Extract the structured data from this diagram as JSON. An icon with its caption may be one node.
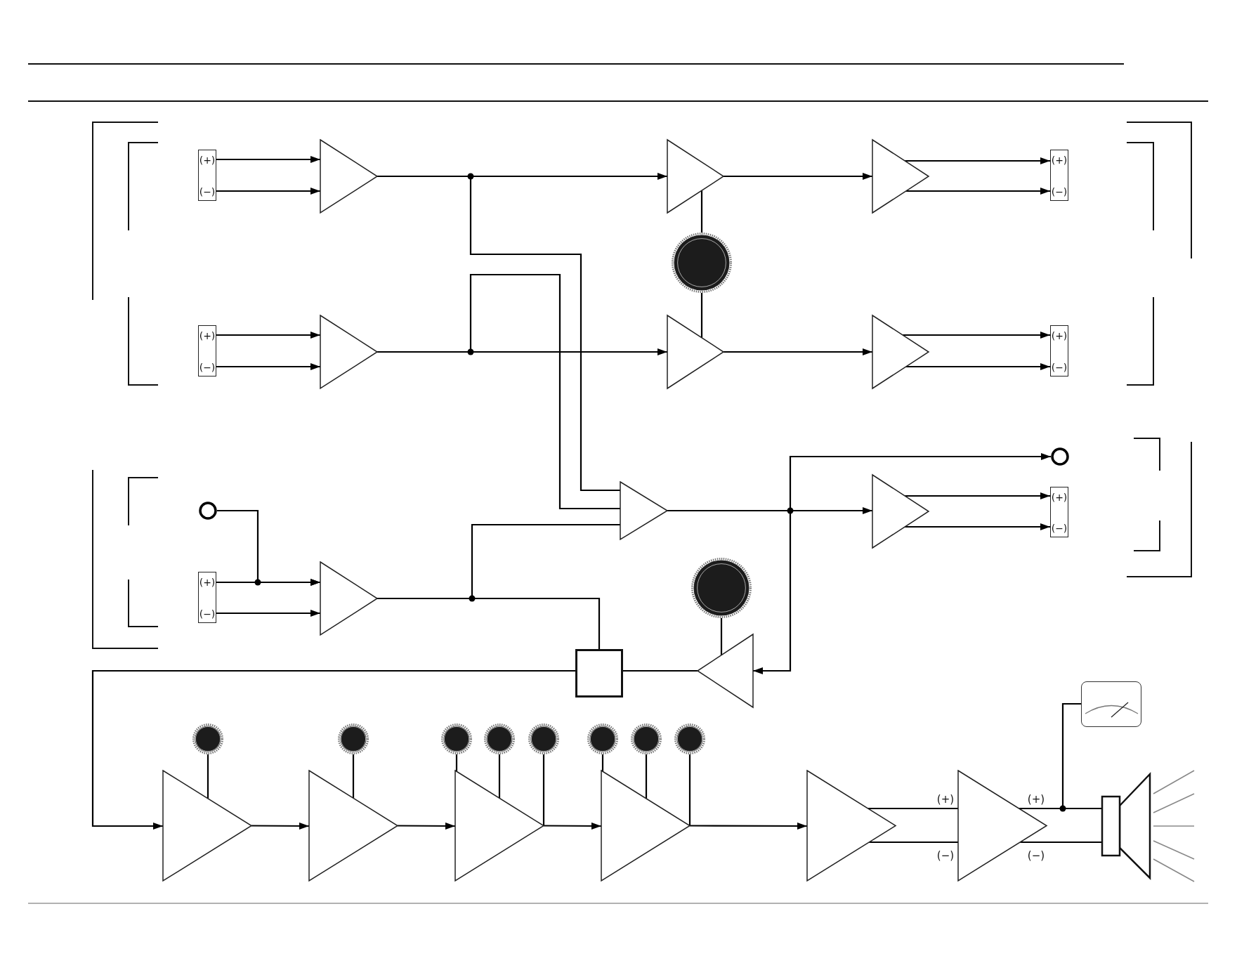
{
  "diagram": {
    "nodes": [
      {
        "text": [
          "(+)",
          "(−)"
        ]
      },
      {
        "text": [],
        "shape": "triangle"
      },
      {
        "text": [],
        "shape": "triangle"
      },
      {
        "text": [],
        "shape": "triangle"
      },
      {
        "text": [
          "(+)",
          "(−)"
        ]
      },
      {
        "text": [],
        "shape": "knob"
      },
      {
        "text": [
          "(+)",
          "(−)"
        ]
      },
      {
        "text": [],
        "shape": "triangle"
      },
      {
        "text": [],
        "shape": "triangle"
      },
      {
        "text": [],
        "shape": "triangle"
      },
      {
        "text": [
          "(+)",
          "(−)"
        ]
      },
      {
        "text": [],
        "shape": "circle"
      },
      {
        "text": [],
        "shape": "triangle"
      },
      {
        "text": [],
        "shape": "triangle"
      },
      {
        "text": [
          "(+)",
          "(−)"
        ]
      },
      {
        "text": [],
        "shape": "circle"
      },
      {
        "text": [
          "(+)",
          "(−)"
        ]
      },
      {
        "text": [],
        "shape": "triangle"
      },
      {
        "text": [],
        "shape": "knob"
      },
      {
        "text": [],
        "shape": "box"
      },
      {
        "text": [],
        "shape": "triangle"
      },
      {
        "text": [],
        "shape": "meter"
      },
      {
        "text": [],
        "shape": "knob"
      },
      {
        "text": [],
        "shape": "knob"
      },
      {
        "text": [],
        "shape": "knob"
      },
      {
        "text": [],
        "shape": "knob"
      },
      {
        "text": [],
        "shape": "knob"
      },
      {
        "text": [],
        "shape": "knob"
      },
      {
        "text": [],
        "shape": "knob"
      },
      {
        "text": [],
        "shape": "knob"
      },
      {
        "text": [],
        "shape": "triangle"
      },
      {
        "text": [],
        "shape": "triangle"
      },
      {
        "text": [],
        "shape": "triangle"
      },
      {
        "text": [],
        "shape": "triangle"
      },
      {
        "text": [],
        "shape": "triangle"
      },
      {
        "text": [],
        "shape": "triangle"
      },
      {
        "text": [],
        "shape": "speaker"
      }
    ],
    "edges": [
      {
        "from": 0,
        "to": 1,
        "arrow": "to"
      },
      {
        "from": 0,
        "to": 1,
        "arrow": "to"
      },
      {
        "from": 1,
        "to": 2,
        "arrow": "to"
      },
      {
        "from": 1,
        "to": 12,
        "arrow": "none"
      },
      {
        "from": 2,
        "to": 3,
        "arrow": "to"
      },
      {
        "from": 3,
        "to": 4,
        "arrow": "to"
      },
      {
        "from": 3,
        "to": 4,
        "arrow": "to"
      },
      {
        "from": 5,
        "to": 2,
        "arrow": "none"
      },
      {
        "from": 5,
        "to": 8,
        "arrow": "none"
      },
      {
        "from": 6,
        "to": 7,
        "arrow": "to"
      },
      {
        "from": 6,
        "to": 7,
        "arrow": "to"
      },
      {
        "from": 7,
        "to": 8,
        "arrow": "to"
      },
      {
        "from": 7,
        "to": 12,
        "arrow": "none"
      },
      {
        "from": 8,
        "to": 9,
        "arrow": "to"
      },
      {
        "from": 9,
        "to": 10,
        "arrow": "to"
      },
      {
        "from": 9,
        "to": 10,
        "arrow": "to"
      },
      {
        "from": 12,
        "to": 13,
        "arrow": "to"
      },
      {
        "from": 12,
        "to": 11,
        "arrow": "to"
      },
      {
        "from": 12,
        "to": 20,
        "arrow": "to"
      },
      {
        "from": 13,
        "to": 14,
        "arrow": "to"
      },
      {
        "from": 13,
        "to": 14,
        "arrow": "to"
      },
      {
        "from": 15,
        "to": 17,
        "arrow": "to"
      },
      {
        "from": 16,
        "to": 17,
        "arrow": "to"
      },
      {
        "from": 16,
        "to": 17,
        "arrow": "to"
      },
      {
        "from": 17,
        "to": 12,
        "arrow": "none"
      },
      {
        "from": 17,
        "to": 19,
        "arrow": "none"
      },
      {
        "from": 18,
        "to": 20,
        "arrow": "none"
      },
      {
        "from": 20,
        "to": 19,
        "arrow": "none"
      },
      {
        "from": 19,
        "to": 30,
        "arrow": "to"
      },
      {
        "from": 30,
        "to": 31,
        "arrow": "to"
      },
      {
        "from": 31,
        "to": 32,
        "arrow": "to"
      },
      {
        "from": 32,
        "to": 33,
        "arrow": "to"
      },
      {
        "from": 33,
        "to": 34,
        "arrow": "to"
      },
      {
        "from": 22,
        "to": 30,
        "arrow": "none"
      },
      {
        "from": 23,
        "to": 31,
        "arrow": "none"
      },
      {
        "from": 24,
        "to": 32,
        "arrow": "none"
      },
      {
        "from": 25,
        "to": 32,
        "arrow": "none"
      },
      {
        "from": 26,
        "to": 32,
        "arrow": "none"
      },
      {
        "from": 27,
        "to": 33,
        "arrow": "none"
      },
      {
        "from": 28,
        "to": 33,
        "arrow": "none"
      },
      {
        "from": 29,
        "to": 33,
        "arrow": "none"
      },
      {
        "from": 34,
        "to": 35,
        "arrow": "none"
      },
      {
        "from": 34,
        "to": 35,
        "arrow": "none"
      },
      {
        "from": 35,
        "to": 36,
        "arrow": "none"
      },
      {
        "from": 35,
        "to": 36,
        "arrow": "none"
      },
      {
        "from": 35,
        "to": 21,
        "arrow": "none"
      }
    ],
    "labels": [
      "(+)",
      "(−)",
      "(+)",
      "(−)"
    ]
  }
}
